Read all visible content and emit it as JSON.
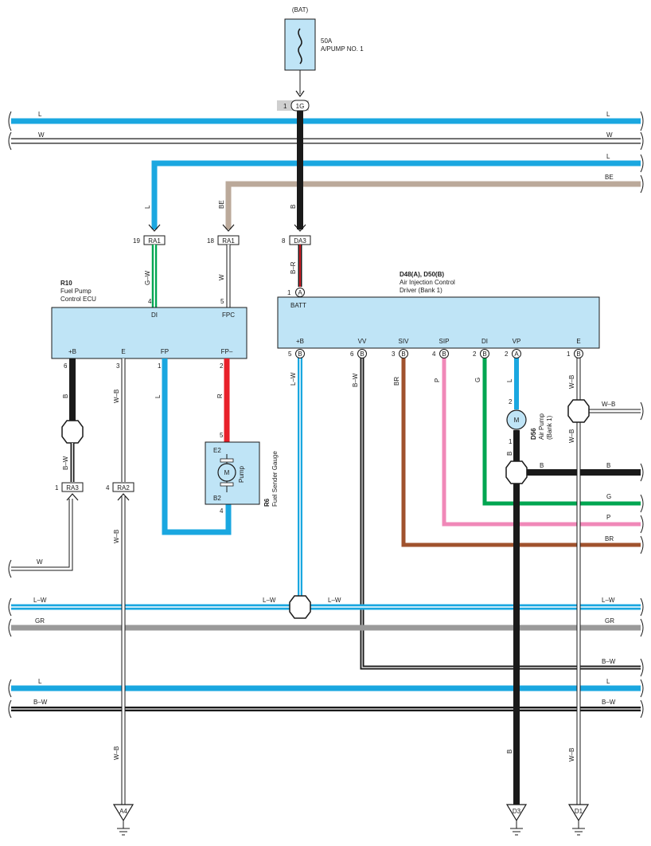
{
  "power": {
    "source": "(BAT)",
    "fuse_rating": "50A",
    "fuse_name": "A/PUMP NO. 1"
  },
  "splice_1g": {
    "pin": "1",
    "label": "1G"
  },
  "bus_wires": {
    "l_top": "L",
    "w_top": "W",
    "l_right": "L",
    "be_right": "BE",
    "lw_mid": "L–W",
    "gr_mid": "GR",
    "l_low": "L",
    "bw_low": "B–W",
    "bw_right": "B–W",
    "w_left": "W"
  },
  "connectors": {
    "ra1_a": {
      "pin": "19",
      "name": "RA1"
    },
    "ra1_b": {
      "pin": "18",
      "name": "RA1"
    },
    "da3": {
      "pin": "8",
      "name": "DA3"
    },
    "ra3": {
      "pin": "1",
      "name": "RA3"
    },
    "ra2": {
      "pin": "4",
      "name": "RA2"
    }
  },
  "wire_colors": {
    "l_to_ra1": "L",
    "be_to_ra1": "BE",
    "b_to_da3": "B",
    "gw": "G–W",
    "w_fpc": "W",
    "br_batt": "B–R",
    "b_plusb": "B",
    "bw_after": "B–W",
    "wb_e": "W–B",
    "wb_e2": "W–B",
    "l_fp": "L",
    "r_fpm": "R",
    "lw_plusb": "L–W",
    "bw_vv": "B–W",
    "br_siv": "BR",
    "p_sip": "P",
    "g_di": "G",
    "l_vp": "L",
    "wb_e_drv": "W–B",
    "wb_e_drv2": "W–B",
    "wb_e_drv3": "W–B",
    "b_pump": "B",
    "b_pump2": "B",
    "wb_branch": "W–B",
    "b_branch": "B",
    "b_right": "B",
    "g_right": "G",
    "p_right": "P",
    "br_right": "BR",
    "lw_splice_l": "L–W",
    "lw_splice_r": "L–W"
  },
  "ecu": {
    "code": "R10",
    "name1": "Fuel Pump",
    "name2": "Control ECU",
    "pins_top": [
      {
        "num": "4",
        "name": "DI"
      },
      {
        "num": "5",
        "name": "FPC"
      }
    ],
    "pins_bottom": [
      {
        "num": "6",
        "name": "+B"
      },
      {
        "num": "3",
        "name": "E"
      },
      {
        "num": "1",
        "name": "FP"
      },
      {
        "num": "2",
        "name": "FP–"
      }
    ]
  },
  "driver": {
    "code": "D48(A), D50(B)",
    "name1": "Air Injection Control",
    "name2": "Driver (Bank 1)",
    "batt_pin": "1",
    "batt_conn": "A",
    "batt_name": "BATT",
    "pins": [
      {
        "num": "5",
        "conn": "B",
        "name": "+B"
      },
      {
        "num": "6",
        "conn": "B",
        "name": "VV"
      },
      {
        "num": "3",
        "conn": "B",
        "name": "SIV"
      },
      {
        "num": "4",
        "conn": "B",
        "name": "SIP"
      },
      {
        "num": "2",
        "conn": "B",
        "name": "DI"
      },
      {
        "num": "2",
        "conn": "A",
        "name": "VP"
      },
      {
        "num": "1",
        "conn": "B",
        "name": "E"
      }
    ]
  },
  "gauge": {
    "code": "R6",
    "name": "Fuel Sender Gauge",
    "pump": "Pump",
    "motor": "M",
    "pin_top": "5",
    "pin_bottom": "4",
    "term_top": "E2",
    "term_bottom": "B2"
  },
  "air_pump": {
    "code": "D56",
    "name1": "Air Pump",
    "name2": "(Bank 1)",
    "motor": "M",
    "pin_top": "2",
    "pin_bottom": "1"
  },
  "grounds": [
    "A4",
    "D3",
    "D1"
  ],
  "colors": {
    "L": "#1aa7e0",
    "W": "#ffffff",
    "BE": "#bba99a",
    "B": "#1a1a1a",
    "R": "#e8202a",
    "G": "#00a651",
    "P": "#f088b8",
    "BR": "#a0522d",
    "GR": "#9a9a9a",
    "box": "#bfe4f6"
  }
}
